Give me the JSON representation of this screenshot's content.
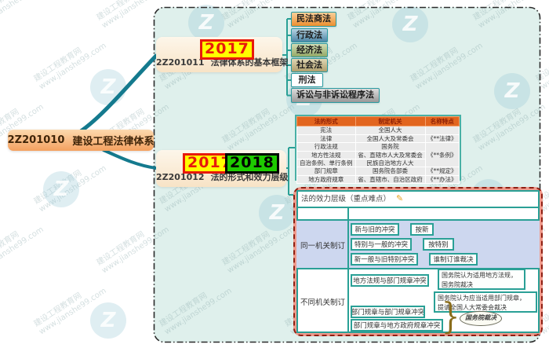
{
  "watermark": {
    "line1": "建设工程教育网",
    "line2": "www.jianshe99.com",
    "logo_letter": "Z"
  },
  "colors": {
    "background_panel": "#dff0ec",
    "teal_line": "#2aa096",
    "curve": "#147a8e",
    "root_orange": "#f4a160",
    "badge_2017_bg": "#ffff00",
    "badge_2017_border": "#e8190c",
    "badge_2018_bg": "#1ecb00",
    "table_header_bg": "#e2651f",
    "pink_panel_border": "#ef9b8d",
    "lavender_row": "#cdd7ef"
  },
  "root": {
    "code": "2Z201010",
    "title": "建设工程法律体系"
  },
  "branch1": {
    "badge_2017": "2017",
    "code": "2Z201011",
    "title": "法律体系的基本框架",
    "children": [
      {
        "label": "民法商法"
      },
      {
        "label": "行政法"
      },
      {
        "label": "经济法"
      },
      {
        "label": "社会法"
      },
      {
        "label": "刑法"
      },
      {
        "label": "诉讼与非诉讼程序法"
      }
    ]
  },
  "branch2": {
    "badge_2017": "2017",
    "badge_2018": "2018",
    "code": "2Z201012",
    "title": "法的形式和效力层级",
    "table": {
      "headers": [
        "法的形式",
        "制定机关",
        "名称特点"
      ],
      "rows": [
        {
          "form": "宪法",
          "organ": "全国人大",
          "feature": ""
        },
        {
          "form": "法律",
          "organ": "全国人大及常委会",
          "feature": "《**法律》"
        },
        {
          "form": "行政法规",
          "organ": "国务院",
          "feature": "《**条例》"
        },
        {
          "form": "地方性法规",
          "organ": "省、直辖市人大及常委会"
        },
        {
          "form": "自治条例、单行条例",
          "organ": "民族自治地方人大"
        },
        {
          "form": "部门规章",
          "organ": "国务院各部委",
          "feature": "《**规定》"
        },
        {
          "form": "地方政府规章",
          "organ": "省、直辖市、自治区政府",
          "feature": "《**办法》"
        }
      ]
    },
    "hierarchy": {
      "title": "法的效力层级（重点难点）",
      "same_organ": {
        "label": "同一机关制订",
        "chains": [
          {
            "from": "新与旧的冲突",
            "to": "按新"
          },
          {
            "from": "特别与一般的冲突",
            "to": "按特别"
          },
          {
            "from": "新一般与旧特别冲突",
            "to": "谁制订谁裁决"
          }
        ]
      },
      "diff_organ": {
        "label": "不同机关制订",
        "case1": {
          "conflict": "地方法规与部门规章冲突",
          "outcome1_line1": "国务院认为适用地方法规，",
          "outcome1_line2": "国务院裁决",
          "outcome2_line1": "国务院认为应当适用部门规章，",
          "outcome2_line2": "提请全国人大常委会裁决"
        },
        "case2": {
          "conflict1": "部门规章与部门规章冲突",
          "conflict2": "部门规章与地方政府规章冲突",
          "outcome": "国务院裁决"
        }
      }
    }
  }
}
